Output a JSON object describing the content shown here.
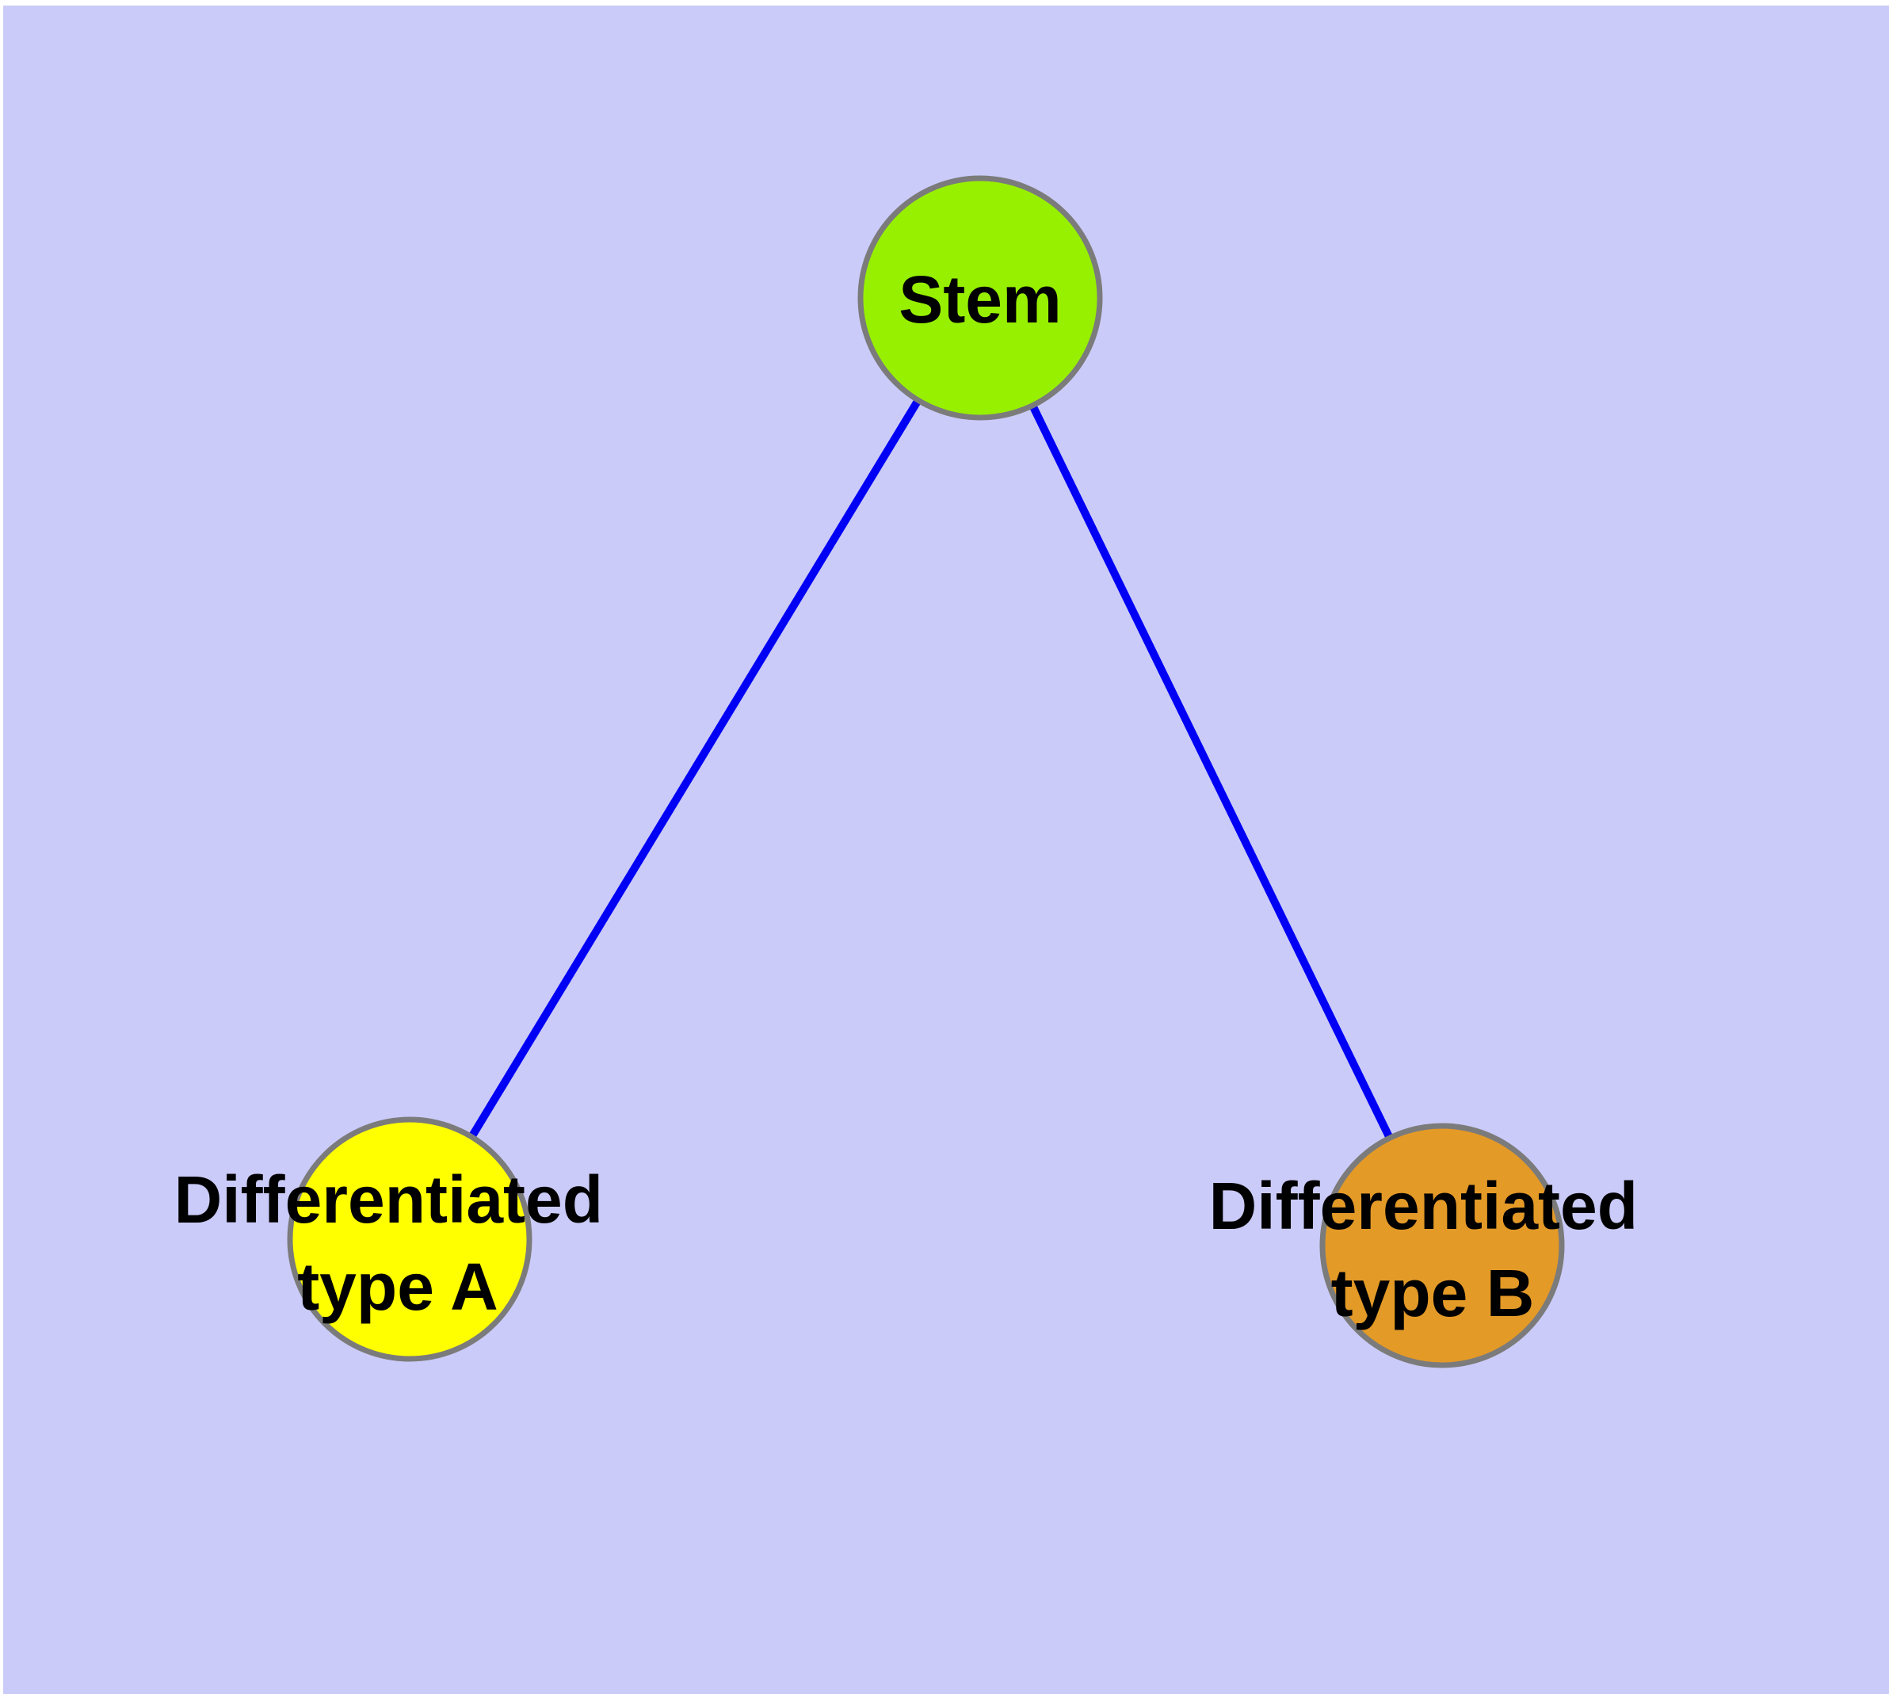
{
  "figure": {
    "background_color": "#CBCBF9",
    "margin_color": "#FFFFFF",
    "node_border_color": "#7B7B7B",
    "edge_color": "#0000F5",
    "label_color": "#000000",
    "nodes": {
      "stem": {
        "label": "Stem",
        "fill": "#97F000"
      },
      "type_a": {
        "label_line1": "Differentiated",
        "label_line2": "type A",
        "fill": "#FFFF00"
      },
      "type_b": {
        "label_line1": "Differentiated",
        "label_line2": "type B",
        "fill": "#E49A27"
      }
    },
    "edges": [
      {
        "from": "stem",
        "to": "type_a"
      },
      {
        "from": "stem",
        "to": "type_b"
      }
    ]
  }
}
